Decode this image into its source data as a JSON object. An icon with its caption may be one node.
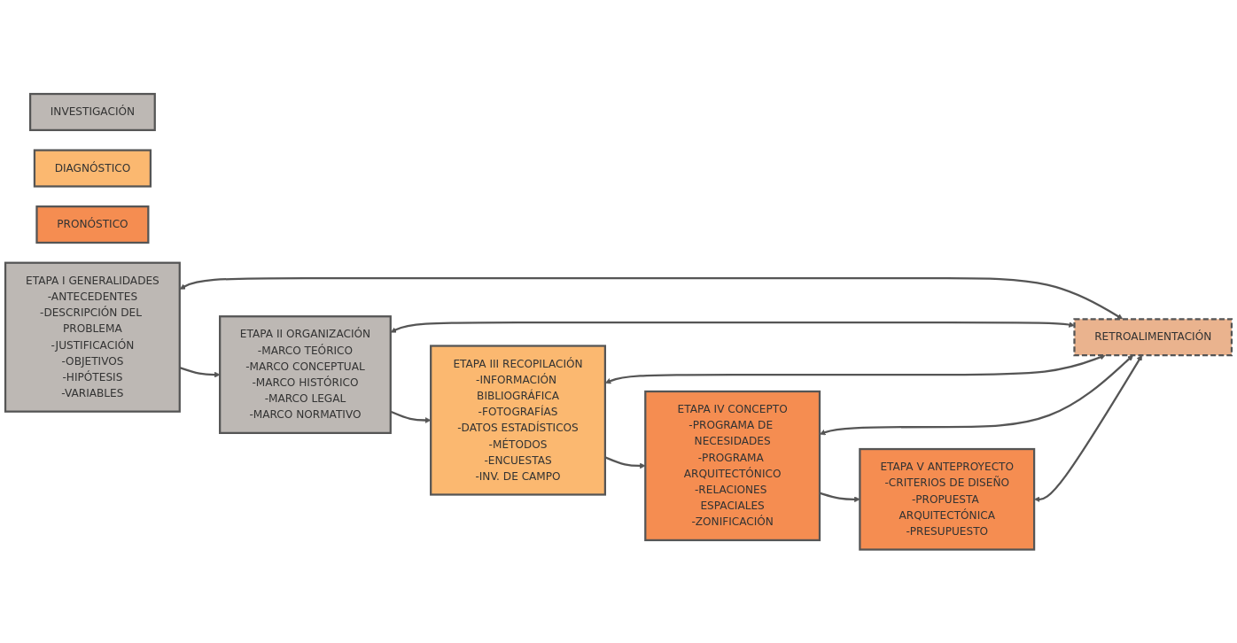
{
  "diagram": {
    "nodes": [
      {
        "text": [
          "INVESTIGACIÓN"
        ]
      },
      {
        "text": [
          "DIAGNÓSTICO"
        ]
      },
      {
        "text": [
          "PRONÓSTICO"
        ]
      },
      {
        "text": [
          "ETAPA I GENERALIDADES",
          "-ANTECEDENTES",
          "-DESCRIPCIÓN DEL PROBLEMA",
          "-JUSTIFICACIÓN",
          "-OBJETIVOS",
          "-HIPÓTESIS",
          "-VARIABLES"
        ]
      },
      {
        "text": [
          "ETAPA II ORGANIZACIÓN",
          "-MARCO TEÓRICO",
          "-MARCO CONCEPTUAL",
          "-MARCO HISTÓRICO",
          "-MARCO LEGAL",
          "-MARCO NORMATIVO"
        ]
      },
      {
        "text": [
          "ETAPA III RECOPILACIÓN",
          "-INFORMACIÓN BIBLIOGRÁFICA",
          "-FOTOGRAFÍAS",
          "-DATOS ESTADÍSTICOS",
          "-MÉTODOS",
          "-ENCUESTAS",
          "-INV. DE CAMPO"
        ]
      },
      {
        "text": [
          "ETAPA IV CONCEPTO",
          "-PROGRAMA DE NECESIDADES",
          "-PROGRAMA ARQUITECTÓNICO",
          "-RELACIONES ESPACIALES",
          "-ZONIFICACIÓN"
        ]
      },
      {
        "text": [
          "ETAPA V ANTEPROYECTO",
          "-CRITERIOS DE DISEÑO",
          "-PROPUESTA ARQUITECTÓNICA",
          "-PRESUPUESTO"
        ]
      },
      {
        "text": [
          "RETROALIMENTACIÓN"
        ]
      }
    ],
    "edges": [
      {
        "from": 3,
        "to": 4,
        "arrow": "to"
      },
      {
        "from": 4,
        "to": 5,
        "arrow": "to"
      },
      {
        "from": 5,
        "to": 6,
        "arrow": "to"
      },
      {
        "from": 6,
        "to": 7,
        "arrow": "to"
      },
      {
        "from": 3,
        "to": 8,
        "arrow": "both"
      },
      {
        "from": 4,
        "to": 8,
        "arrow": "both"
      },
      {
        "from": 5,
        "to": 8,
        "arrow": "both"
      },
      {
        "from": 6,
        "to": 8,
        "arrow": "both"
      },
      {
        "from": 7,
        "to": 8,
        "arrow": "both"
      }
    ]
  }
}
